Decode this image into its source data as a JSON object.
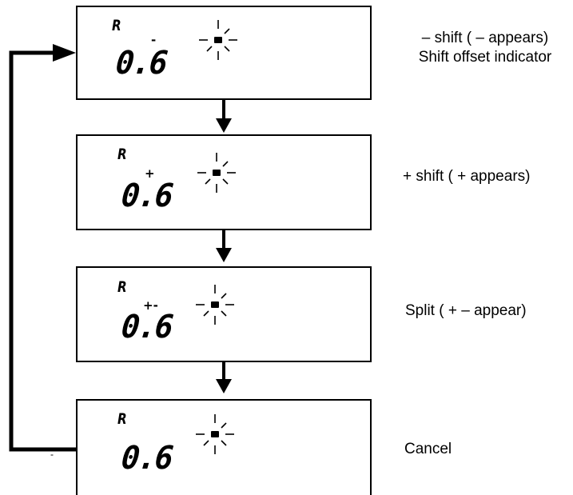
{
  "panels": [
    {
      "mode_letter": "R",
      "value": "0.6",
      "sign": "-",
      "caption_lines": [
        "– shift ( – appears)",
        "Shift offset indicator"
      ]
    },
    {
      "mode_letter": "R",
      "value": "0.6",
      "sign": "+",
      "caption_lines": [
        "+ shift ( + appears)"
      ]
    },
    {
      "mode_letter": "R",
      "value": "0.6",
      "sign": "+-",
      "caption_lines": [
        "Split ( + – appear)"
      ]
    },
    {
      "mode_letter": "R",
      "value": "0.6",
      "sign": "",
      "caption_lines": [
        "Cancel"
      ]
    }
  ],
  "icons": {
    "flash_icon": "blinking-flash-icon",
    "down_arrow": "arrow-down-icon",
    "loop_arrow": "return-loop-arrow"
  },
  "stray_mark": "-"
}
